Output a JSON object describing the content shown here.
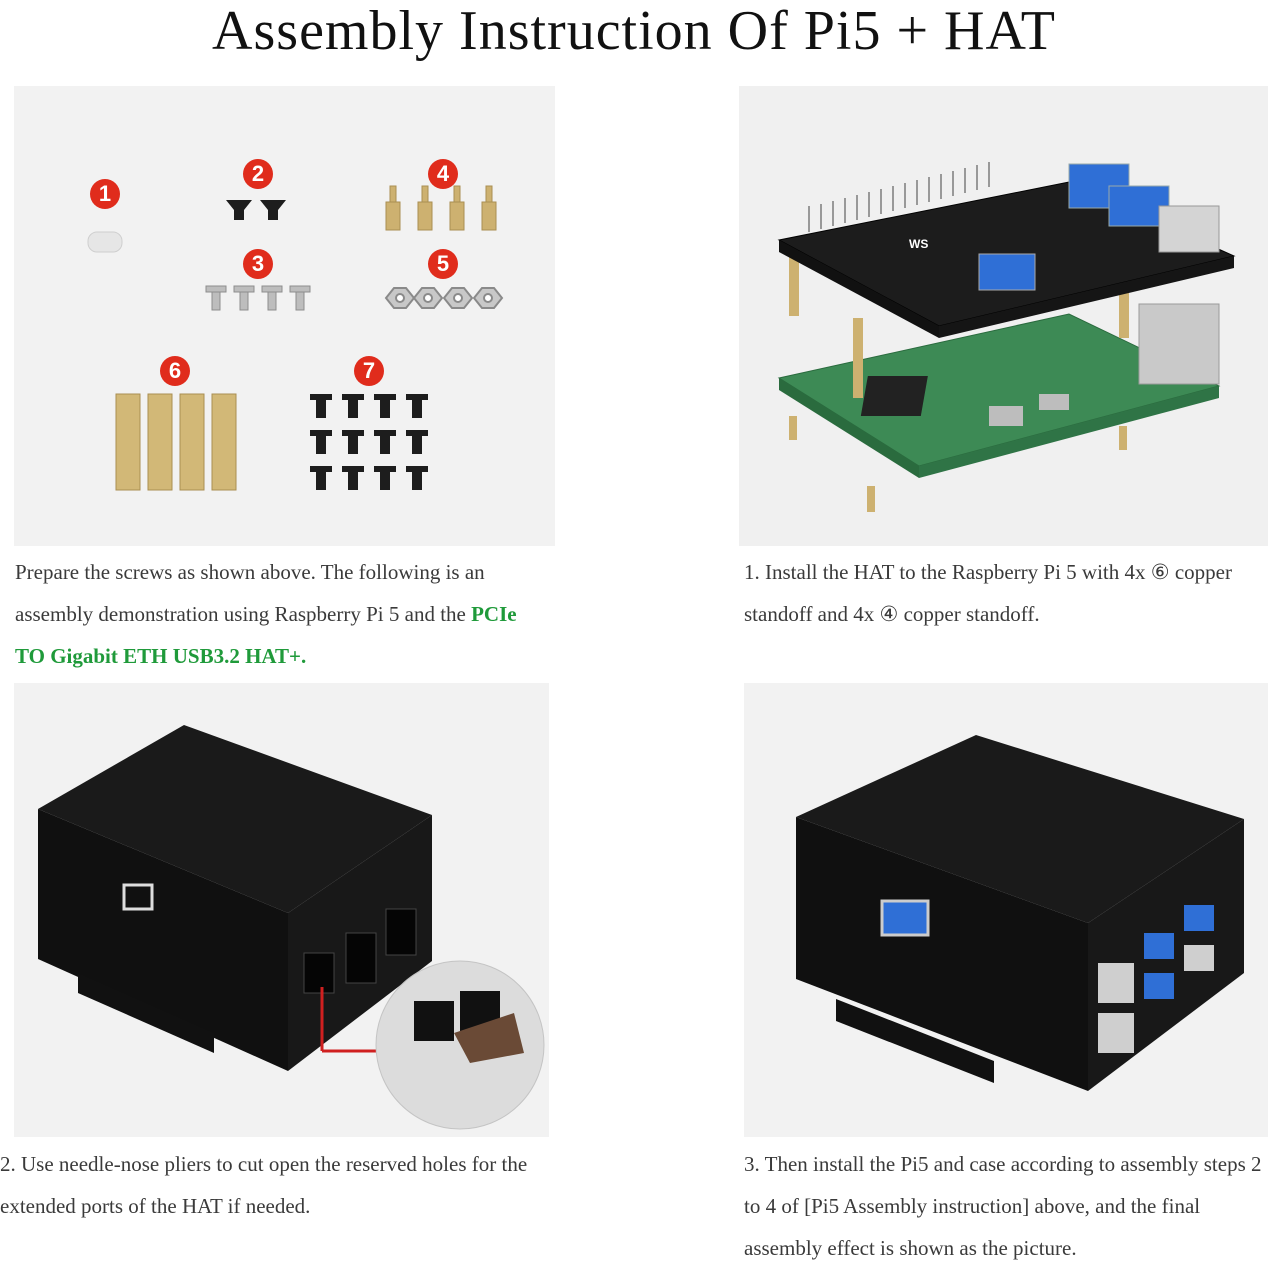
{
  "title": "Assembly Instruction Of Pi5 + HAT",
  "parts": {
    "badges": [
      "1",
      "2",
      "3",
      "4",
      "5",
      "6",
      "7"
    ]
  },
  "steps": {
    "prepare_text": "Prepare the screws as shown above. The following is an assembly demonstration using Raspberry Pi 5 and the ",
    "prepare_highlight": "PCIe TO Gigabit ETH USB3.2 HAT+.",
    "step1": "1. Install the HAT to the Raspberry Pi 5 with 4x ⑥ copper standoff and 4x ④ copper standoff.",
    "step2": "2. Use needle-nose pliers to cut open the reserved holes for the extended ports of the HAT if needed.",
    "step3": "3. Then install the Pi5 and case according to assembly steps 2 to 4 of [Pi5 Assembly instruction] above, and the final assembly effect is shown as the picture."
  },
  "hat_label": "WS",
  "colors": {
    "highlight": "#1f9a3a",
    "badge": "#e02c1c",
    "brass": "#cdb170",
    "pcb_green": "#3d8a55",
    "hat_black": "#1c1c1c",
    "usb_blue": "#2f6fd6"
  }
}
